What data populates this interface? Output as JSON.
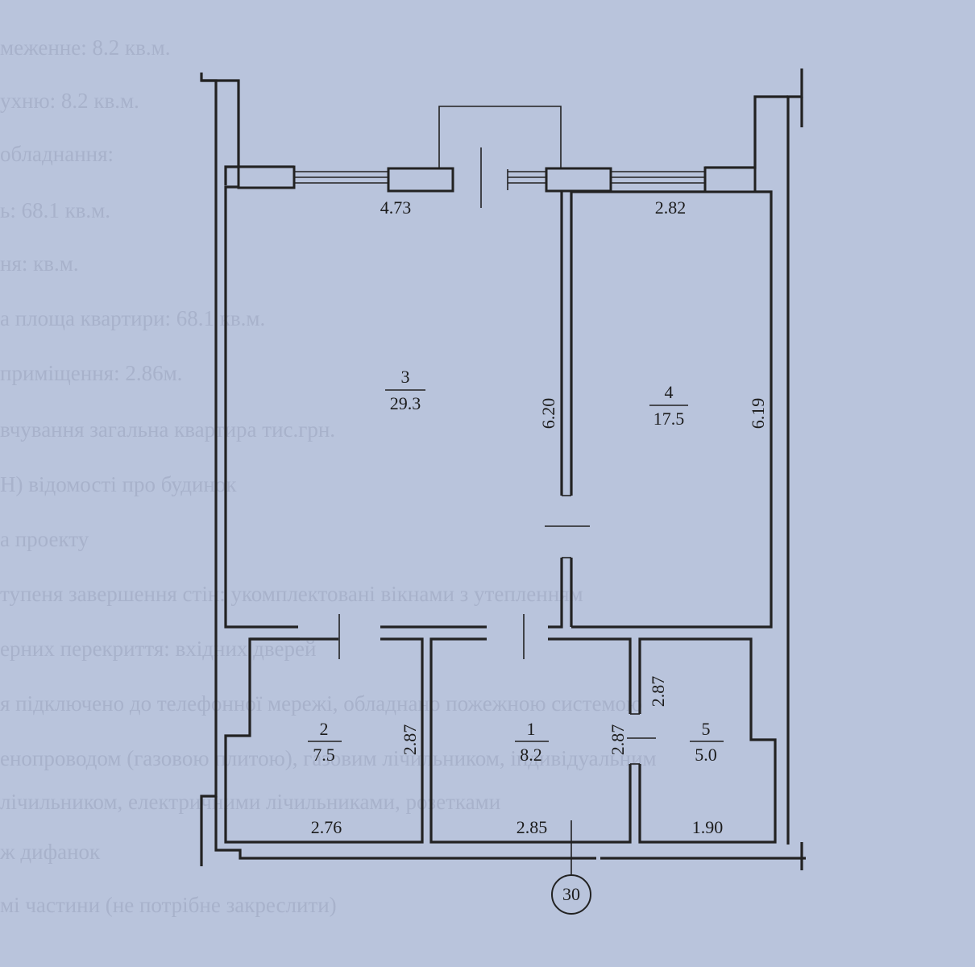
{
  "background_text": [
    "",
    "меженне:          8.2 кв.м.",
    "ухню:               8.2 кв.м.",
    "обладнання:",
    "ь: 68.1 кв.м.",
    "ня:   кв.м.",
    "а площа квартири: 68.1 кв.м.",
    "приміщення: 2.86м.",
    "вчування загальна квартира                        тис.грн.",
    "Н) відомості про будинок",
    "а проекту",
    "тупеня завершення стін: укомплектовані вікнами з утепленням",
    "ерних перекриття: вхідних дверей",
    "я підключено до телефонної мережі, обладнано пожежною системою",
    "енопроводом (газовою плитою), газовим лічильником, індивідуальним",
    "лічильником, електричними лічильниками, розетками",
    "ж     дифанок",
    "мі частини (не потрібне закреслити)"
  ],
  "rooms": [
    {
      "id": "3",
      "area": "29.3"
    },
    {
      "id": "4",
      "area": "17.5"
    },
    {
      "id": "2",
      "area": "7.5"
    },
    {
      "id": "1",
      "area": "8.2"
    },
    {
      "id": "5",
      "area": "5.0"
    }
  ],
  "dimensions": {
    "room3_width": "4.73",
    "room4_width": "2.82",
    "room3_length": "6.20",
    "room4_length": "6.19",
    "room2_width": "2.76",
    "room2_length": "2.87",
    "room1_width": "2.85",
    "room1_length": "2.87",
    "room5_width": "1.90",
    "room5_length": "2.87"
  },
  "axis_marker": "30"
}
